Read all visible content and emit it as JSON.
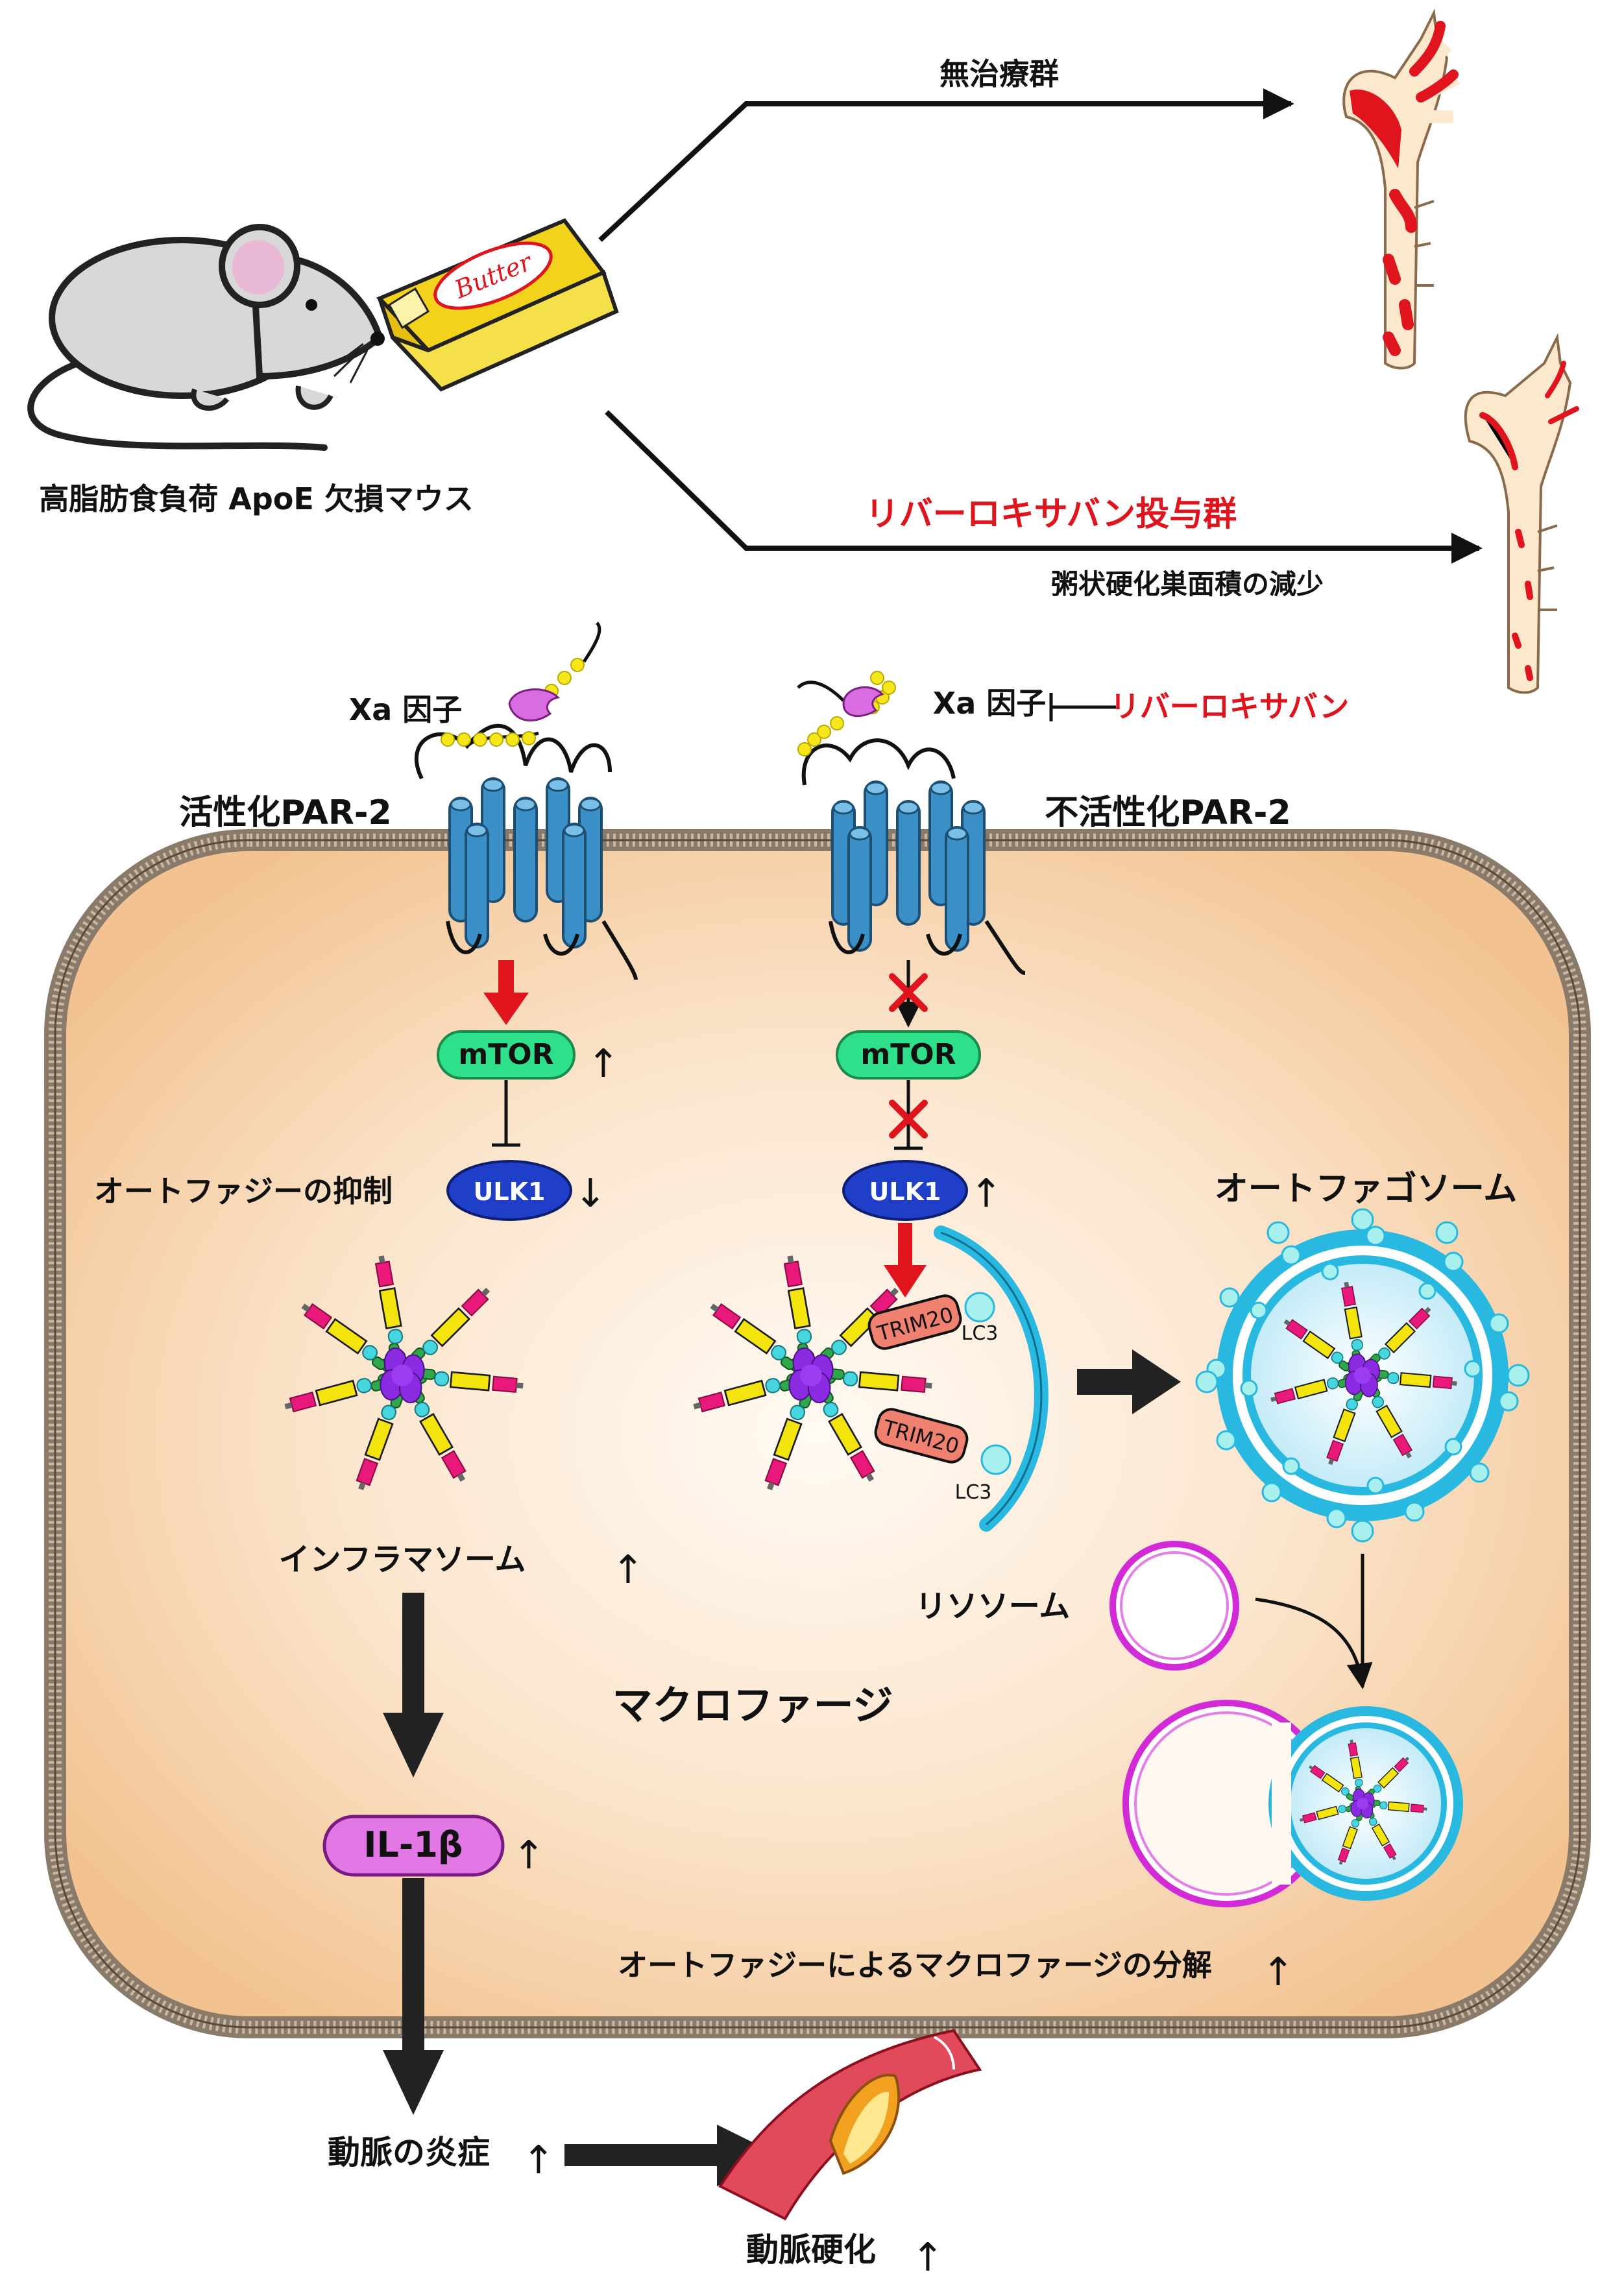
{
  "top": {
    "mouse_caption": "高脂肪食負荷 ApoE 欠損マウス",
    "butter_label": "Butter",
    "untreated_label": "無治療群",
    "treated_label": "リバーロキサバン投与群",
    "treated_result": "粥状硬化巣面積の減少"
  },
  "left_pathway": {
    "factor_label": "Xa 因子",
    "receptor_label": "活性化PAR-2",
    "mtor_label": "mTOR",
    "inhibition_label": "オートファジーの抑制",
    "ulk1_label": "ULK1",
    "inflammasome_label": "インフラマソーム",
    "il1b_label": "IL-1β",
    "inflammation_label": "動脈の炎症",
    "sclerosis_label": "動脈硬化"
  },
  "right_pathway": {
    "factor_label": "Xa 因子",
    "drug_label": "リバーロキサバン",
    "receptor_label": "不活性化PAR-2",
    "mtor_label": "mTOR",
    "ulk1_label": "ULK1",
    "trim_label_1": "TRIM20",
    "trim_label_2": "TRIM20",
    "lc3_label_1": "LC3",
    "lc3_label_2": "LC3",
    "autophagosome_label": "オートファゴソーム",
    "lysosome_label": "リソソーム",
    "degradation_label": "オートファジーによるマクロファージの分解"
  },
  "cell_label": "マクロファージ",
  "colors": {
    "red": "#e0141c",
    "receptor_blue": "#3a8fc6",
    "mtor_green": "#2ee08a",
    "ulk1_blue": "#1f3fc8",
    "il1b_violet": "#e277e6",
    "cell_fill": "#f2c89e",
    "membrane": "#8a7a6a",
    "lysosome_magenta": "#d12ad6",
    "autophagosome_cyan": "#29b8e0",
    "trim_salmon": "#f08070"
  }
}
